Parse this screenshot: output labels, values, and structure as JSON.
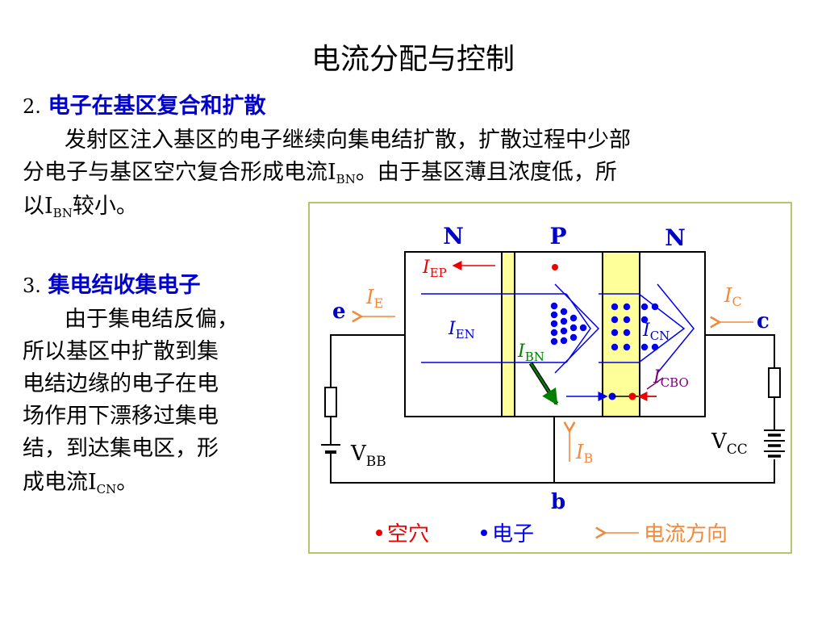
{
  "title": "电流分配与控制",
  "section2": {
    "num": "2.",
    "heading": "电子在基区复合和扩散",
    "l1": "发射区注入基区的电子继续向集电结扩散，扩散过程中少部",
    "l2a": "分电子与基区空穴复合形成电流I",
    "l2sub": "BN",
    "l2b": "。由于基区薄且浓度低，所",
    "l3a": "以I",
    "l3sub": "BN",
    "l3b": "较小。"
  },
  "section3": {
    "num": "3.",
    "heading": "集电结收集电子",
    "l1": "由于集电结反偏，",
    "l2": "所以基区中扩散到集",
    "l3": "电结边缘的电子在电",
    "l4": "场作用下漂移过集电",
    "l5": "结，到达集电区，形",
    "l6a": "成电流I",
    "l6sub": "CN",
    "l6b": "。"
  },
  "diagram": {
    "region_n_left": "N",
    "region_p": "P",
    "region_n_right": "N",
    "terminal_e": "e",
    "terminal_c": "c",
    "terminal_b": "b",
    "ie": {
      "main": "I",
      "sub": "E"
    },
    "ic": {
      "main": "I",
      "sub": "C"
    },
    "ib": {
      "main": "I",
      "sub": "B"
    },
    "iep": {
      "main": "I",
      "sub": "EP"
    },
    "ien": {
      "main": "I",
      "sub": "EN"
    },
    "ibn": {
      "main": "I",
      "sub": "BN"
    },
    "icn": {
      "main": "I",
      "sub": "CN"
    },
    "icbo": {
      "main": "I",
      "sub": "CBO"
    },
    "vbb": {
      "main": "V",
      "sub": "BB"
    },
    "vcc": {
      "main": "V",
      "sub": "CC"
    },
    "legend_hole": "空穴",
    "legend_electron": "电子",
    "legend_current": "电流方向",
    "colors": {
      "electron": "#0000ee",
      "hole": "#ee0000",
      "current": "#f08a3c",
      "junction": "#ffff99",
      "ibn": "#008000",
      "icbo": "#800080"
    }
  }
}
